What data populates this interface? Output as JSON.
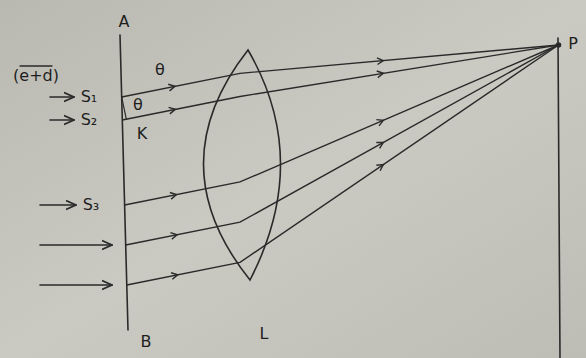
{
  "diagram": {
    "labels": [
      "A",
      "(e+d)",
      "S₁",
      "θ",
      "θ",
      "S₂",
      "K",
      "S₃",
      "L",
      "B",
      "P"
    ]
  }
}
